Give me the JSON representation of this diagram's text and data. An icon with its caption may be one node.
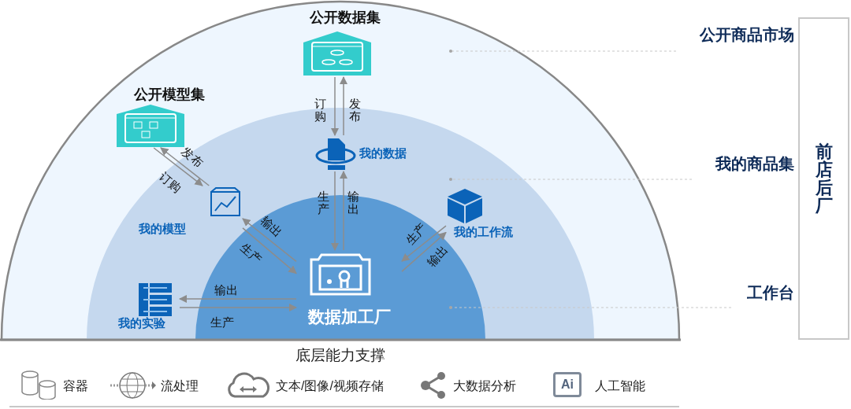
{
  "diagram": {
    "nodes": [
      {
        "text": [],
        "shape": "semicircle"
      },
      {
        "text": [],
        "shape": "semicircle",
        "in": 0
      },
      {
        "text": [],
        "shape": "semicircle",
        "in": 1
      },
      {
        "text": [
          "公开数据集"
        ],
        "in": 0
      },
      {
        "text": [
          "公开模型集"
        ],
        "in": 0
      },
      {
        "text": [
          "我的数据"
        ],
        "in": 1
      },
      {
        "text": [
          "我的模型"
        ],
        "in": 1
      },
      {
        "text": [
          "我的工作流"
        ],
        "in": 1
      },
      {
        "text": [
          "我的实验"
        ],
        "in": 1
      },
      {
        "text": [
          "数据加工厂"
        ],
        "in": 2
      },
      {
        "text": [
          "公开商品市场"
        ]
      },
      {
        "text": [
          "我的商品集"
        ]
      },
      {
        "text": [
          "工作台"
        ]
      },
      {
        "text": [
          "前店后厂"
        ]
      }
    ],
    "edges": [
      {
        "from": 3,
        "to": 5,
        "arrow": "to",
        "label": "订购"
      },
      {
        "from": 5,
        "to": 3,
        "arrow": "to",
        "label": "发布"
      },
      {
        "from": 4,
        "to": 6,
        "arrow": "to",
        "label": "订购"
      },
      {
        "from": 6,
        "to": 4,
        "arrow": "to",
        "label": "发布"
      },
      {
        "from": 9,
        "to": 6,
        "arrow": "to",
        "label": "输出"
      },
      {
        "from": 6,
        "to": 9,
        "arrow": "to",
        "label": "生产"
      },
      {
        "from": 9,
        "to": 5,
        "arrow": "to",
        "label": "输出"
      },
      {
        "from": 5,
        "to": 9,
        "arrow": "to",
        "label": "生产"
      },
      {
        "from": 9,
        "to": 7,
        "arrow": "to",
        "label": "输出"
      },
      {
        "from": 7,
        "to": 9,
        "arrow": "to",
        "label": "生产"
      },
      {
        "from": 9,
        "to": 8,
        "arrow": "to",
        "label": "输出"
      },
      {
        "from": 8,
        "to": 9,
        "arrow": "to",
        "label": "生产"
      },
      {
        "from": 10,
        "to": 0,
        "arrow": "other",
        "style": "dashed"
      },
      {
        "from": 11,
        "to": 1,
        "arrow": "other",
        "style": "dashed"
      },
      {
        "from": 12,
        "to": 2,
        "arrow": "other",
        "style": "dashed"
      }
    ],
    "labels": [
      "底层能力支撑",
      "容器",
      "流处理",
      "文本/图像/视频存储",
      "大数据分析",
      "Ai",
      "人工智能"
    ]
  }
}
